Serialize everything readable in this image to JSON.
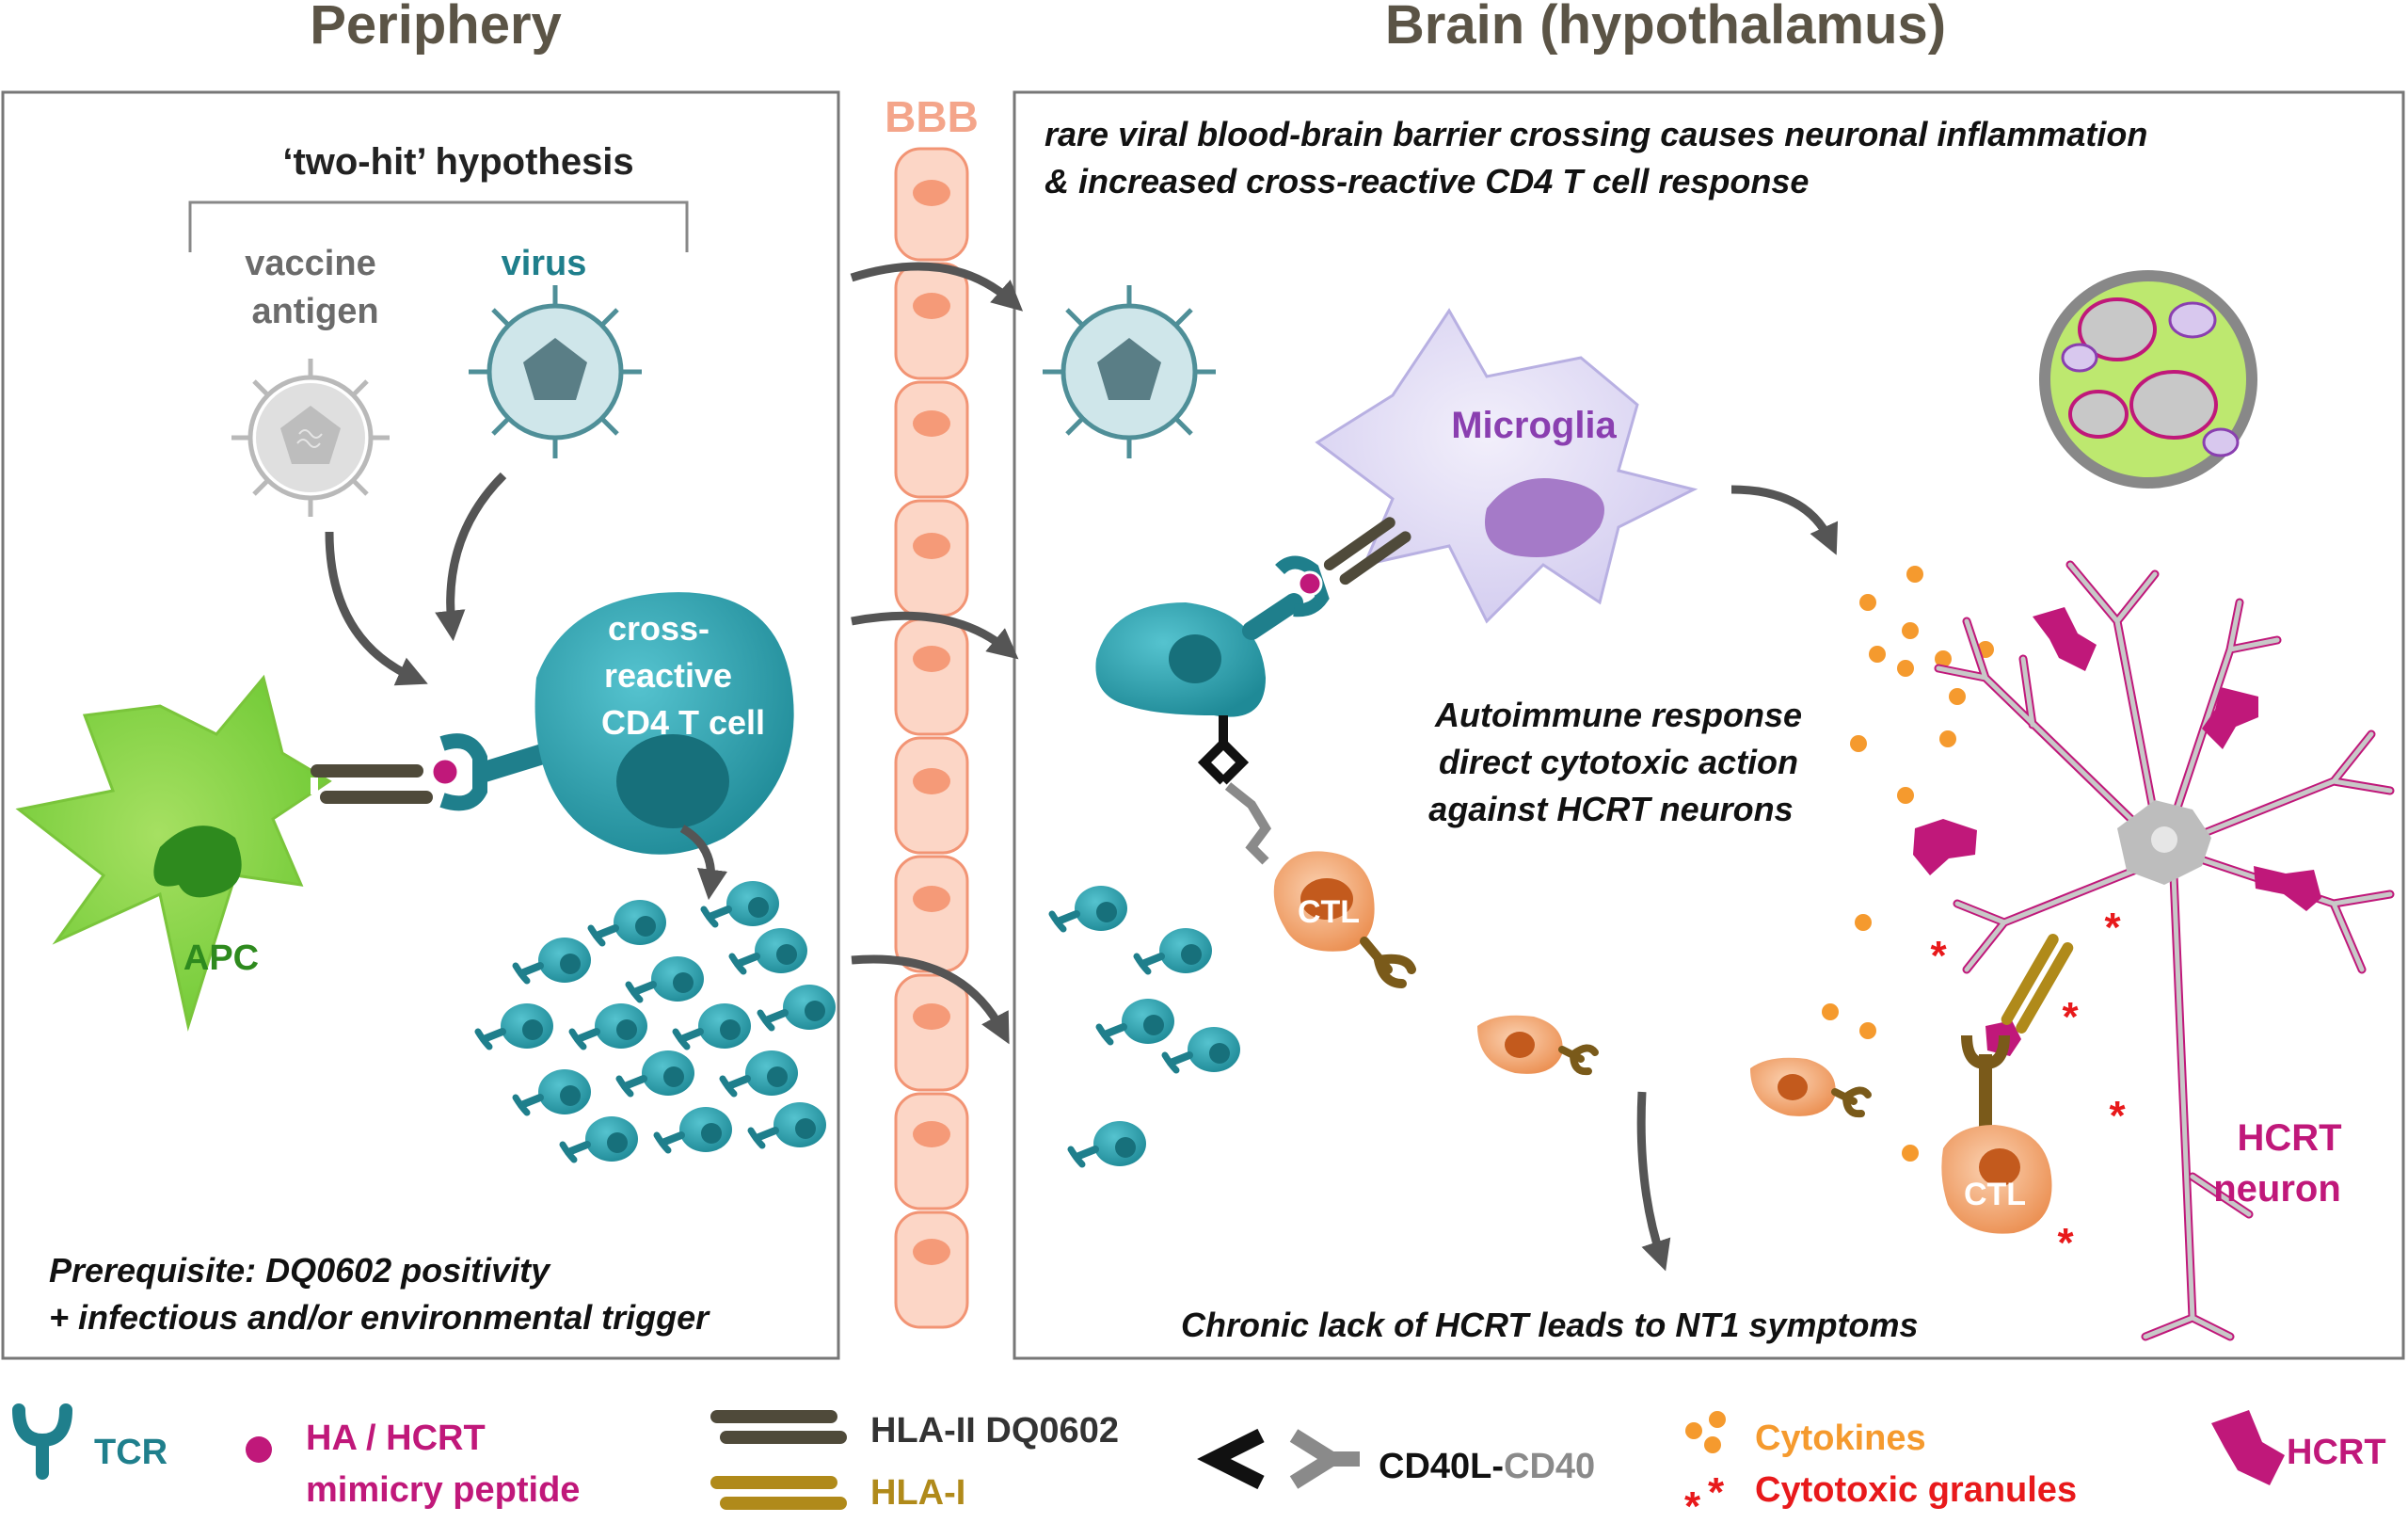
{
  "headers": {
    "periphery": "Periphery",
    "brain": "Brain (hypothalamus)"
  },
  "bbb_label": "BBB",
  "periphery": {
    "hypothesis": "‘two-hit’ hypothesis",
    "vaccine_line1": "vaccine",
    "vaccine_line2": "antigen",
    "virus": "virus",
    "tcell_line1": "cross-",
    "tcell_line2": "reactive",
    "tcell_line3": "CD4 T cell",
    "apc": "APC",
    "prereq_line1": "Prerequisite: DQ0602 positivity",
    "prereq_line2": "+ infectious and/or environmental trigger"
  },
  "brain": {
    "caption_line1": "rare viral blood-brain barrier crossing causes neuronal inflammation",
    "caption_line2": "& increased cross-reactive CD4 T cell response",
    "microglia": "Microglia",
    "auto_line1": "Autoimmune response",
    "auto_line2": "direct cytotoxic action",
    "auto_line3": "against HCRT neurons",
    "ctl": "CTL",
    "neuron_line1": "HCRT",
    "neuron_line2": "neuron",
    "chronic": "Chronic lack of HCRT leads to NT1 symptoms"
  },
  "legend": {
    "tcr": "TCR",
    "peptide_line1": "HA / HCRT",
    "peptide_line2": "mimicry peptide",
    "hla2": "HLA-II DQ0602",
    "hla1": "HLA-I",
    "cd40l": "CD40L-",
    "cd40": "CD40",
    "cytokines": "Cytokines",
    "granules": "Cytotoxic granules",
    "hcrt": "HCRT"
  },
  "colors": {
    "header": "#5b5446",
    "teal": "#1f7f8c",
    "teal_light": "#3aaab6",
    "magenta": "#c0187a",
    "apc_green": "#7ccf3a",
    "apc_dark": "#2e8a1e",
    "microglia": "#8a3fb0",
    "bbb": "#f7a58a",
    "hla2": "#4f4a3a",
    "hla1": "#b08a1a",
    "cytokine": "#f59a2e",
    "granule": "#e8191b",
    "ctl": "#e07a3c",
    "cd40": "#8a8a8a"
  }
}
